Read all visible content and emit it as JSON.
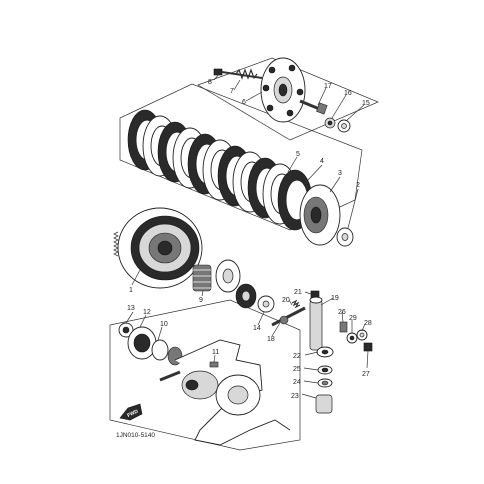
{
  "diagram": {
    "code": "1JN010-5140",
    "forward_badge": "FWD",
    "callouts": [
      "1",
      "2",
      "3",
      "4",
      "5",
      "6",
      "7",
      "8",
      "9",
      "10",
      "11",
      "12",
      "13",
      "14",
      "15",
      "16",
      "17",
      "18",
      "19",
      "20",
      "21",
      "22",
      "23",
      "24",
      "25",
      "26",
      "27",
      "28",
      "29"
    ]
  }
}
